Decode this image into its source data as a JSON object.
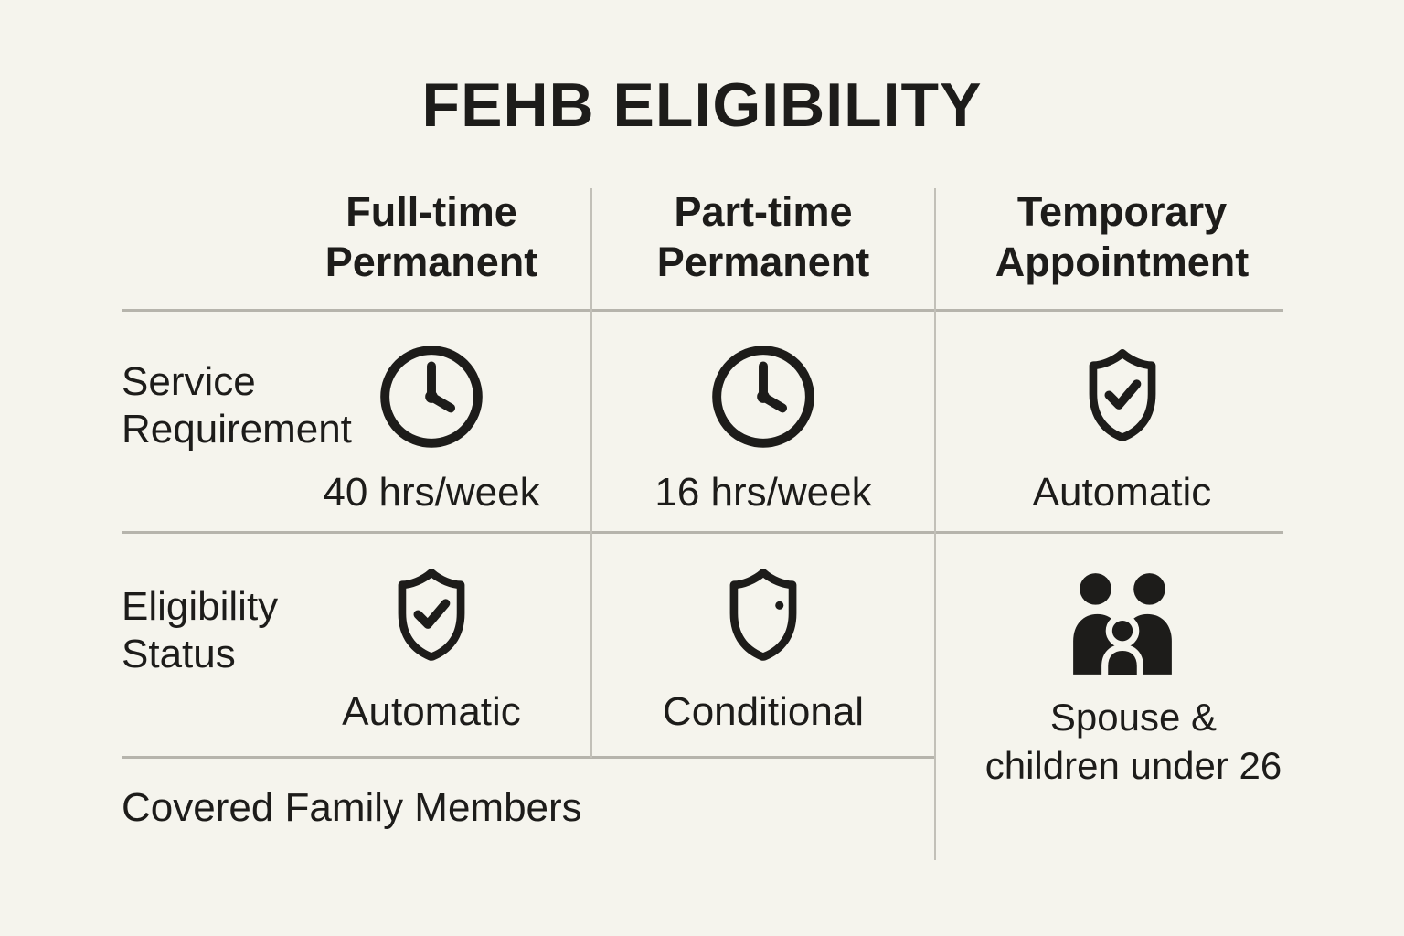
{
  "title": "FEHB ELIGIBILITY",
  "colors": {
    "background": "#f5f4ed",
    "text": "#1d1c1a",
    "horizontal_line": "#b6b4ac",
    "vertical_line": "#c2c0b8"
  },
  "columns": [
    {
      "label": "Full-time\nPermanent"
    },
    {
      "label": "Part-time\nPermanent"
    },
    {
      "label": "Temporary\nAppointment"
    }
  ],
  "rows": [
    {
      "label": "Service\nRequirement",
      "cells": [
        {
          "icon": "clock-icon",
          "value": "40 hrs/week"
        },
        {
          "icon": "clock-icon",
          "value": "16 hrs/week"
        },
        {
          "icon": "shield-check-icon",
          "value": "Automatic"
        }
      ]
    },
    {
      "label": "Eligibility\nStatus",
      "cells": [
        {
          "icon": "shield-check-icon",
          "value": "Automatic"
        },
        {
          "icon": "shield-icon",
          "value": "Conditional"
        },
        {
          "icon": "family-icon",
          "value": "Spouse &\nchildren under 26"
        }
      ]
    },
    {
      "label": "Covered Family Members",
      "cells": []
    }
  ]
}
